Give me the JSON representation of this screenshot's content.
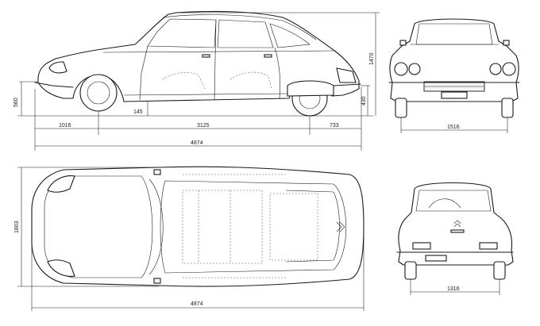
{
  "dimensions": {
    "side_height_front": "560",
    "side_ground_clearance": "145",
    "side_front_overhang": "1016",
    "side_wheelbase": "3125",
    "side_rear_overhang": "733",
    "side_overall_length": "4874",
    "side_overall_height": "1470",
    "side_height_rear": "430",
    "front_track": "1516",
    "top_width": "1803",
    "top_overall_length": "4874",
    "rear_track": "1316"
  }
}
